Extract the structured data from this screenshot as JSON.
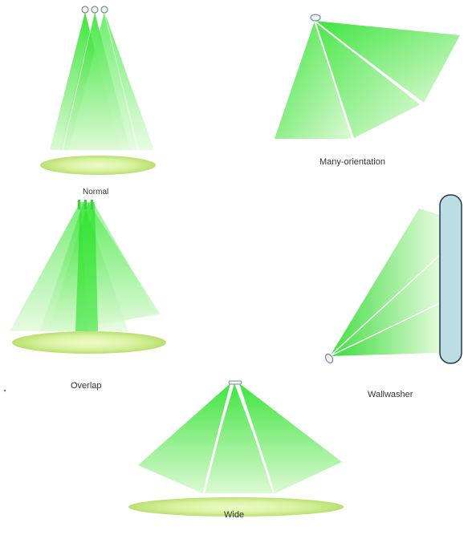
{
  "captions": {
    "normal": "Normal",
    "many_orientation": "Many-orientation",
    "overlap": "Overlap",
    "wallwasher": "Wallwasher",
    "wide": "Wide"
  },
  "colors": {
    "beam_bright": "#1ee01e",
    "beam_pale": "#d6f8cc",
    "floor_pool": "#c9eb8a",
    "wall": "#bcdde4",
    "fixture": "#9aa8ae"
  }
}
